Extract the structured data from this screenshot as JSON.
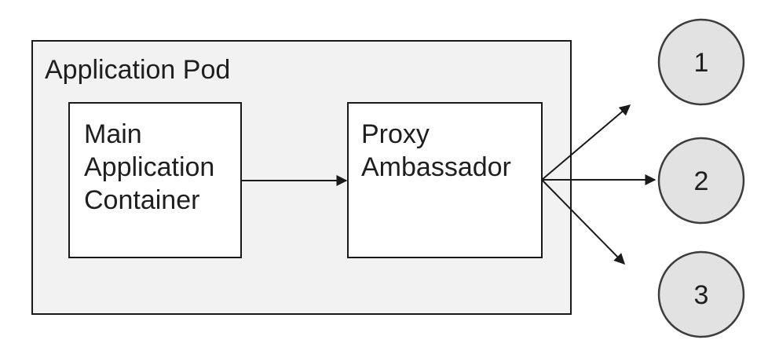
{
  "diagram": {
    "title": "Application Pod",
    "pod": {
      "label": "Application Pod"
    },
    "main_container": {
      "line1": "Main",
      "line2": "Application",
      "line3": "Container"
    },
    "proxy": {
      "line1": "Proxy",
      "line2": "Ambassador"
    },
    "endpoints": [
      {
        "label": "1"
      },
      {
        "label": "2"
      },
      {
        "label": "3"
      }
    ],
    "edges": [
      {
        "from": "Main Application Container",
        "to": "Proxy Ambassador"
      },
      {
        "from": "Proxy Ambassador",
        "to": "1"
      },
      {
        "from": "Proxy Ambassador",
        "to": "2"
      },
      {
        "from": "Proxy Ambassador",
        "to": "3"
      }
    ],
    "colors": {
      "pod_fill": "#f2f2f2",
      "node_fill": "#ffffff",
      "endpoint_fill": "#e2e2e2",
      "stroke": "#1a1a1a"
    }
  }
}
